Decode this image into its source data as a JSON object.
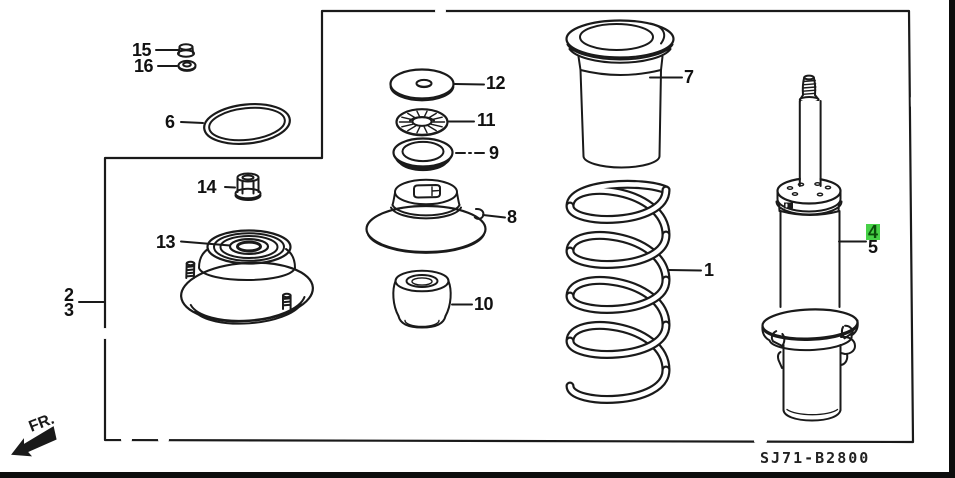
{
  "meta": {
    "code": "SJ71-B2800",
    "direction": "FR."
  },
  "colors": {
    "line": "#1a1a1a",
    "highlight": "#47d147"
  },
  "callouts": [
    {
      "label": "15",
      "highlighted": false
    },
    {
      "label": "16",
      "highlighted": false
    },
    {
      "label": "6",
      "highlighted": false
    },
    {
      "label": "14",
      "highlighted": false
    },
    {
      "label": "13",
      "highlighted": false
    },
    {
      "label": "2",
      "highlighted": false
    },
    {
      "label": "3",
      "highlighted": false
    },
    {
      "label": "12",
      "highlighted": false
    },
    {
      "label": "11",
      "highlighted": false
    },
    {
      "label": "9",
      "highlighted": false
    },
    {
      "label": "8",
      "highlighted": false
    },
    {
      "label": "10",
      "highlighted": false
    },
    {
      "label": "7",
      "highlighted": false
    },
    {
      "label": "1",
      "highlighted": false
    },
    {
      "label": "4",
      "highlighted": true
    },
    {
      "label": "5",
      "highlighted": false
    }
  ]
}
